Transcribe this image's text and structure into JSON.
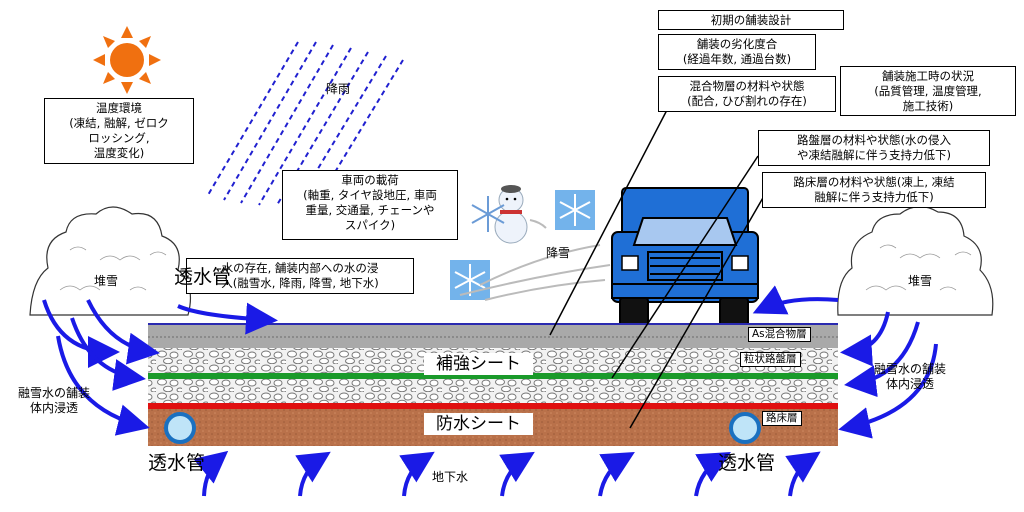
{
  "boxes": {
    "initial_design": "初期の舗装設計",
    "deterioration": "舗装の劣化度合\n(経過年数, 通過台数)",
    "mixture": "混合物層の材料や状態\n(配合, ひび割れの存在)",
    "construction": "舗装施工時の状況\n(品質管理, 温度管理,\n施工技術)",
    "base_layer": "路盤層の材料や状態(水の侵入\nや凍結融解に伴う支持力低下)",
    "subgrade": "路床層の材料や状態(凍上, 凍結\n融解に伴う支持力低下)",
    "temperature": "温度環境\n(凍結, 融解, ゼロク\nロッシング,\n温度変化)",
    "vehicle_load": "車両の載荷\n(軸重, タイヤ設地圧, 車両\n重量, 交通量, チェーンや\nスパイク)",
    "water_presence": "水の存在, 舗装内部への水の浸\n入(融雪水, 降雨, 降雪, 地下水)"
  },
  "labels": {
    "rain": "降雨",
    "snowfall": "降雪",
    "snow_pile_left": "堆雪",
    "snow_pile_right": "堆雪",
    "meltwater_left": "融雪水の舗装\n体内浸透",
    "meltwater_right": "融雪水の舗装\n体内浸透",
    "groundwater": "地下水",
    "permeable_pipe_top": "透水管",
    "permeable_pipe_left": "透水管",
    "permeable_pipe_right": "透水管"
  },
  "layers": {
    "asphalt": "As混合物層",
    "granular_base": "粒状路盤層",
    "subgrade": "路床層",
    "reinforcement_sheet": "補強シート",
    "waterproof_sheet": "防水シート"
  },
  "colors": {
    "arrow_blue": "#1a1ae6",
    "rain_blue": "#2020d0",
    "reinforcement_green": "#1a9a2a",
    "waterproof_red": "#e01010",
    "subgrade_brown": "#b9714a",
    "truck_blue": "#1f6fd6",
    "sun_orange": "#f07010"
  },
  "icons": [
    "sun-icon",
    "truck-icon",
    "snowman-icon",
    "snowflake-icon",
    "rain-streaks",
    "snow-pile-icon",
    "pipe-icon",
    "water-arrow-icon"
  ]
}
